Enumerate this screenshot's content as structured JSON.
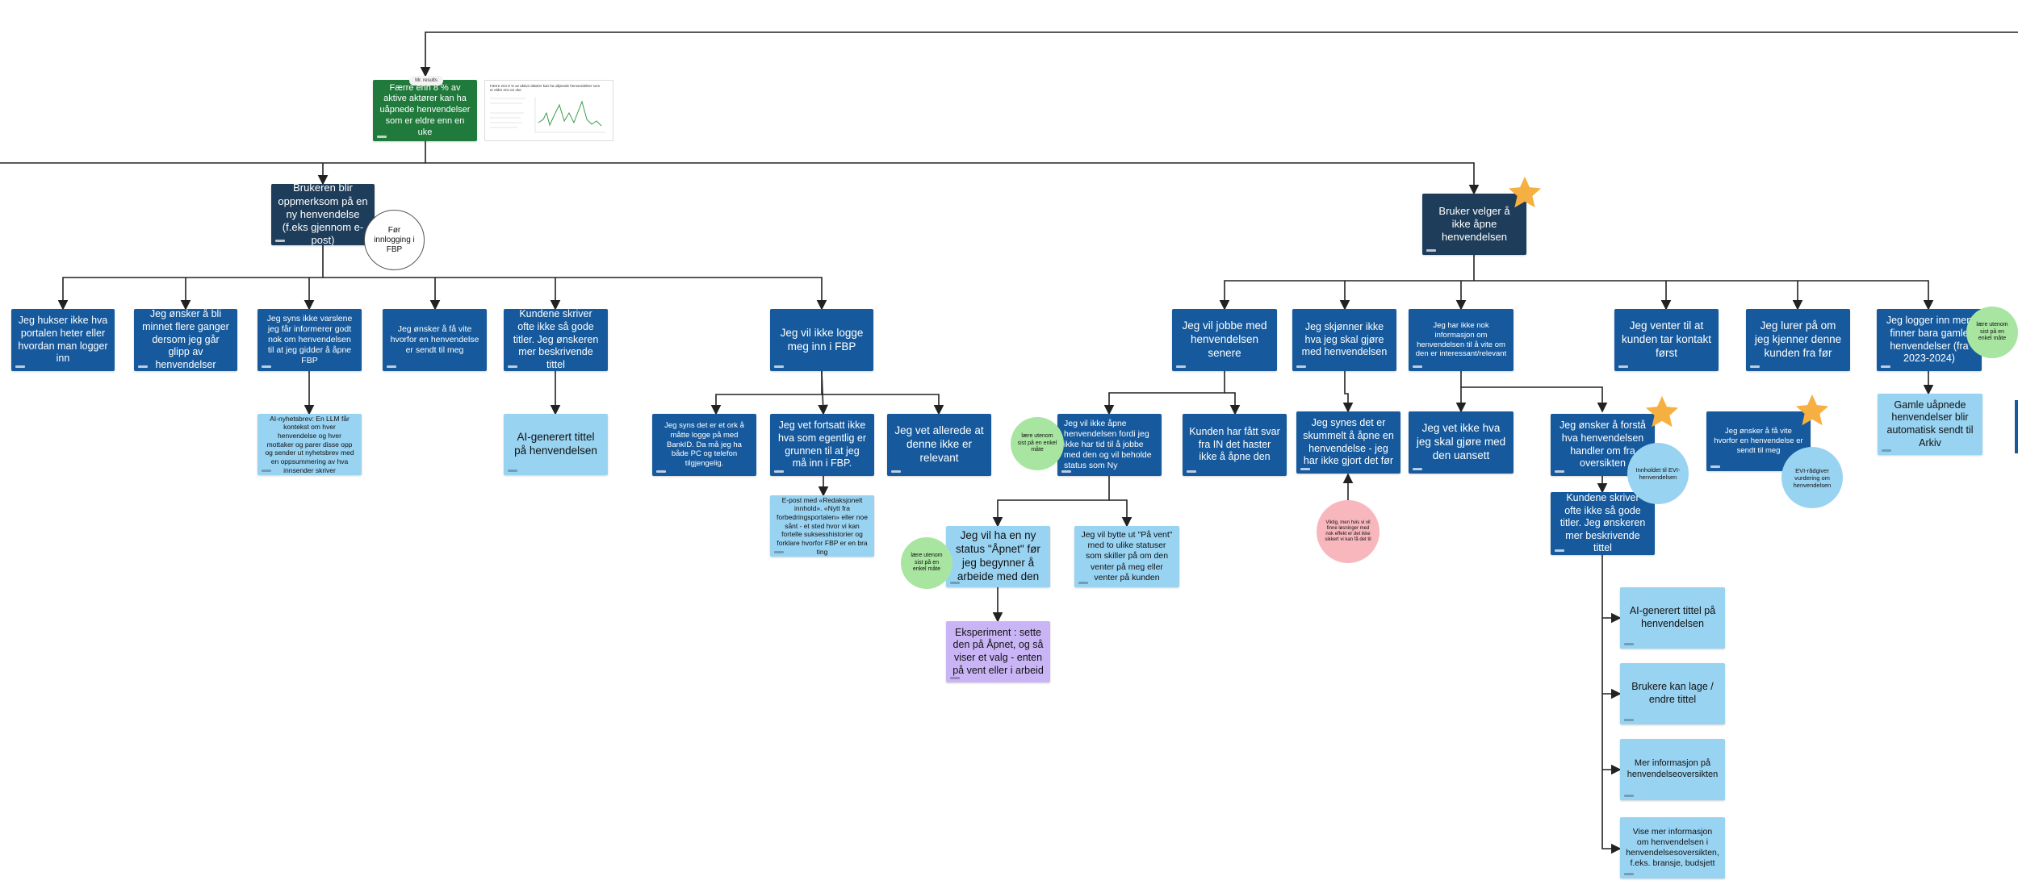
{
  "colors": {
    "blue": "#165a9d",
    "navy": "#1e3d5a",
    "green": "#1f7a3c",
    "light_blue": "#99d3f2",
    "purple": "#c9b5f5",
    "circle_green": "#a8e5a0",
    "circle_pink": "#f7b7bd",
    "star": "#f6b041",
    "line": "#222222"
  },
  "top": {
    "tag": "Mr. results",
    "goal": "Færre enn 8 % av aktive aktører kan ha uåpnede henvendelser som er eldre enn en uke",
    "chart_title": "Færre enn 8 % av aktive aktører kan ha uåpnede henvendelser som er eldre enn en uke"
  },
  "left_branch": {
    "parent": "Brukeren blir oppmerksom på en ny henvendelse (f.eks gjennom e-post)",
    "badge": "Før innlogging i FBP",
    "children": [
      "Jeg hukser ikke hva portalen heter eller hvordan man logger inn",
      "Jeg ønsker å bli minnet flere ganger dersom jeg går glipp av henvendelser",
      "Jeg syns ikke varslene jeg får informerer godt nok om henvendelsen til at jeg gidder å åpne FBP",
      "Jeg ønsker å få vite hvorfor en henvendelse er sendt til meg",
      "Kundene skriver ofte ikke så gode titler. Jeg ønskeren mer beskrivende tittel",
      "Jeg vil ikke logge meg inn i FBP"
    ],
    "ideas": {
      "nyhetsbrev": "AI-nyhetsbrev: En LLM får kontekst om hver henvendelse og hver mottaker og parer disse opp og sender ut nyhetsbrev med en oppsummering av hva innsender skriver",
      "ai_tittel": "AI-generert tittel på henvendelsen"
    },
    "login_children": [
      "Jeg syns det er et ork å måtte logge på med BankID. Da må jeg ha både PC og telefon tilgjengelig.",
      "Jeg vet fortsatt ikke hva som egentlig er grunnen til at jeg må inn i FBP.",
      "Jeg vet allerede at denne ikke er relevant"
    ],
    "epost_idea": "E-post med «Redaksjonelt innhold». «Nytt fra forbedringsportalen» eller noe sånt - et sted hvor vi kan fortelle suksesshistorier og forklare hvorfor FBP er en bra ting"
  },
  "right_branch": {
    "parent": "Bruker velger å ikke åpne henvendelsen",
    "children": [
      "Jeg vil jobbe med henvendelsen senere",
      "Jeg skjønner ikke hva jeg skal gjøre med henvendelsen",
      "Jeg har ikke nok informasjon om henvendelsen til å vite om den er interessant/relevant",
      "Jeg venter til at kunden tar kontakt først",
      "Jeg lurer på om jeg kjenner denne kunden fra før",
      "Jeg logger inn men finner bara gamle henvendelser (fra 2023-2024)"
    ],
    "later": {
      "status": "Jeg vil ikke åpne henvendelsen fordi jeg ikke har tid til å jobbe med den og vil beholde status som Ny",
      "haster": "Kunden har fått svar fra IN det haster ikke å åpne den",
      "apnet": "Jeg vil ha en ny status \"Åpnet\" før jeg begynner å arbeide med den",
      "paa_vent": "Jeg vil bytte ut \"På vent\" med to ulike statuser som skiller på om den venter på meg eller venter på kunden",
      "eksperiment": "Eksperiment : sette den på Åpnet, og så viser et valg - enten på vent eller i arbeid"
    },
    "skummelt": "Jeg synes det er skummelt å åpne en henvendelse - jeg har ikke gjort det før",
    "pink_note": "Viktig, men hvis vi vil finne løsninger med nok effekt er det ikke sikkert vi kan få det til",
    "info": {
      "vet_ikke": "Jeg vet ikke hva jeg skal gjøre med den uansett",
      "forsta": "Jeg ønsker å forstå hva henvendelsen handler om fra oversikten",
      "titler": "Kundene skriver ofte ikke så gode titler. Jeg ønskeren mer beskrivende tittel",
      "ideas": [
        "AI-generert tittel på henvendelsen",
        "Brukere kan lage / endre tittel",
        "Mer informasjon på henvendelseoversikten",
        "Vise mer informasjon om henvendelsen i henvendelsesoversikten, f.eks. bransje, budsjett"
      ]
    },
    "vite_hvorfor": "Jeg ønsker å få vite hvorfor en henvendelse er sendt til meg",
    "gamle": "Gamle uåpnede henvendelser blir automatisk sendt til Arkiv",
    "circles": {
      "laere": "lære utenom sist på en enkel måte",
      "innhold": "Innholdet til EVI-henvendelsen",
      "evi": "EVI-rådgiver vurdering om henvendelsen"
    }
  }
}
